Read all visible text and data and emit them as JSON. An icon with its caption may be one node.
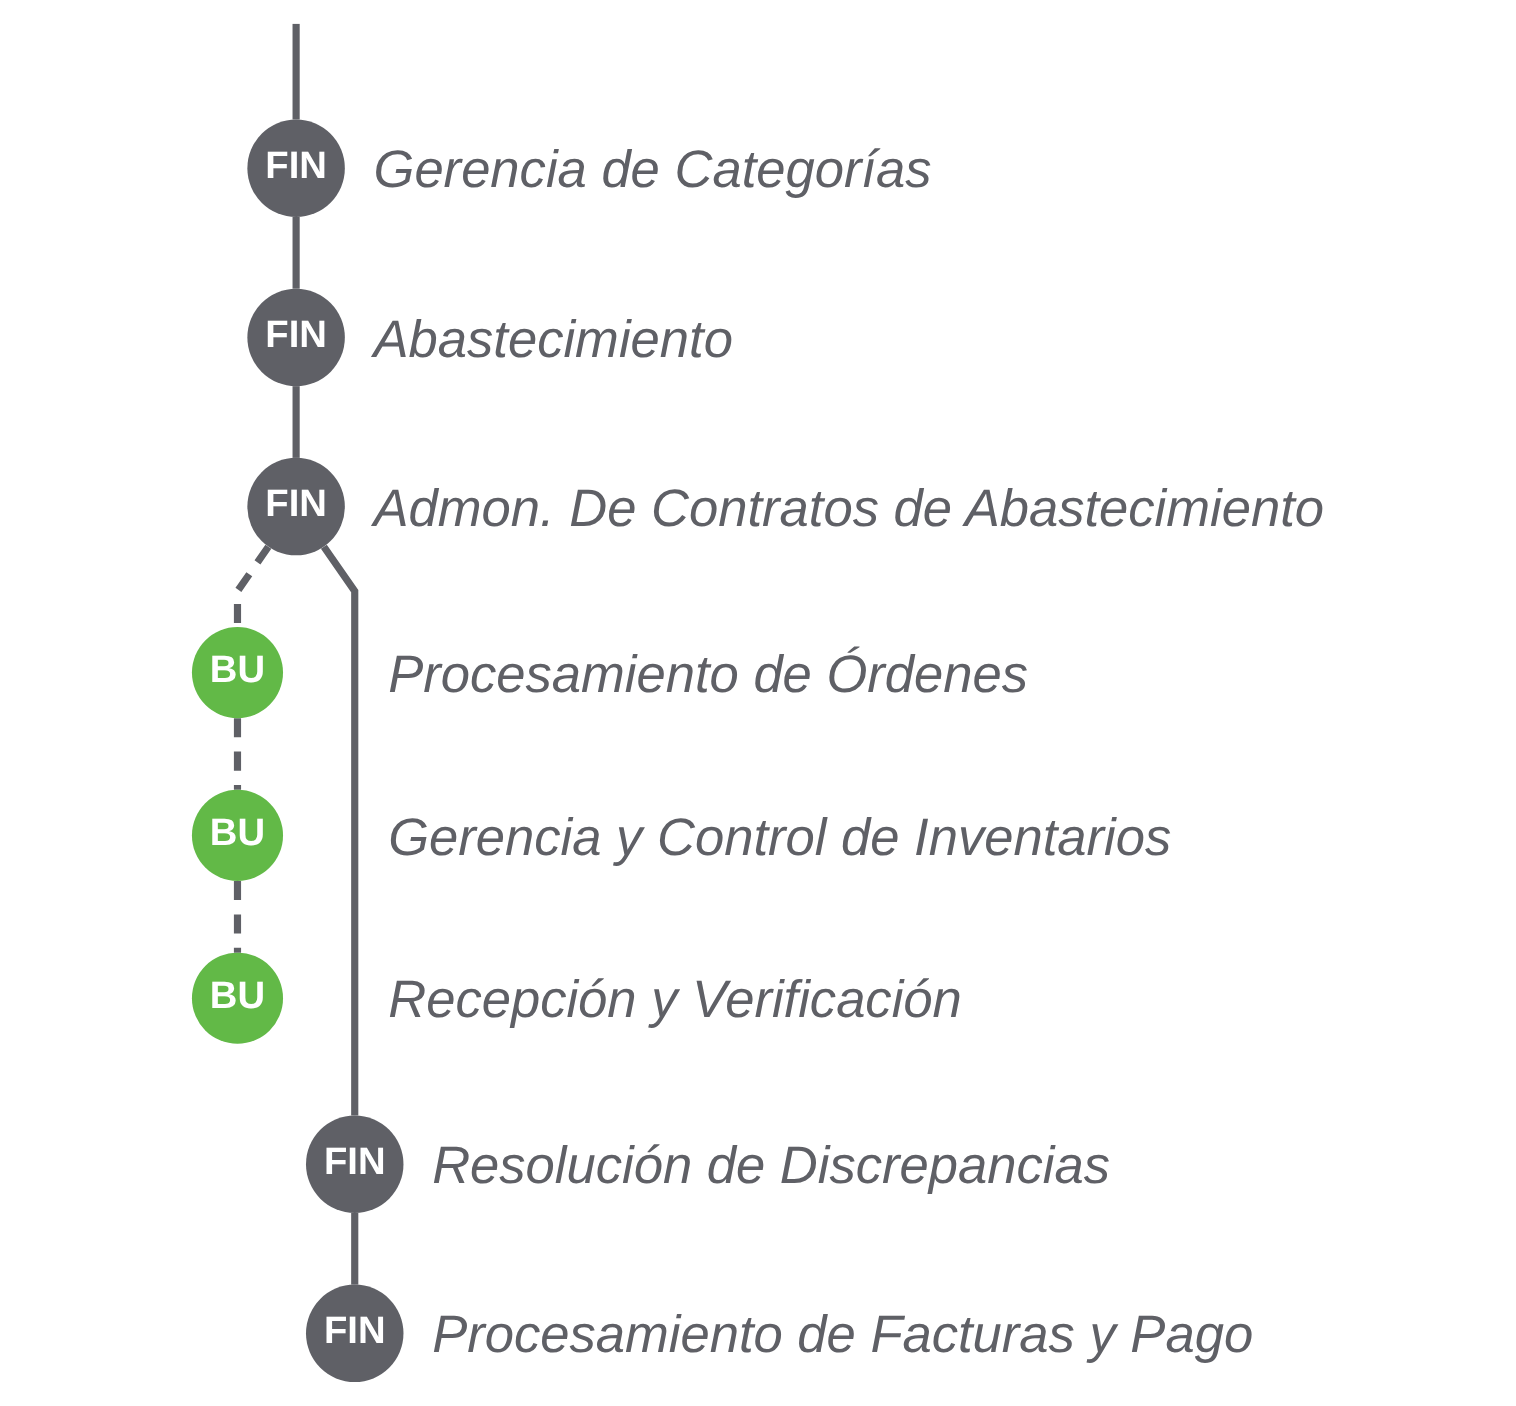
{
  "diagram": {
    "nodes": [
      {
        "text": [
          "FIN"
        ],
        "beside": [
          "Gerencia de Categorías"
        ]
      },
      {
        "text": [
          "FIN"
        ],
        "beside": [
          "Abastecimiento"
        ]
      },
      {
        "text": [
          "FIN"
        ],
        "beside": [
          "Admon. De Contratos de Abastecimiento"
        ]
      },
      {
        "text": [
          "BU"
        ],
        "beside": [
          "Procesamiento de Órdenes"
        ]
      },
      {
        "text": [
          "BU"
        ],
        "beside": [
          "Gerencia y Control de Inventarios"
        ]
      },
      {
        "text": [
          "BU"
        ],
        "beside": [
          "Recepción y Verificación"
        ]
      },
      {
        "text": [
          "FIN"
        ],
        "beside": [
          "Resolución de Discrepancias"
        ]
      },
      {
        "text": [
          "FIN"
        ],
        "beside": [
          "Procesamiento de Facturas y Pago"
        ]
      }
    ],
    "edges": [
      {
        "from": null,
        "to": 0,
        "arrow": "none"
      },
      {
        "from": 0,
        "to": 1,
        "arrow": "none"
      },
      {
        "from": 1,
        "to": 2,
        "arrow": "none"
      },
      {
        "from": 2,
        "to": 6,
        "arrow": "none"
      },
      {
        "from": 2,
        "to": 3,
        "arrow": "none",
        "style": "dashed"
      },
      {
        "from": 3,
        "to": 4,
        "arrow": "none",
        "style": "dashed"
      },
      {
        "from": 4,
        "to": 5,
        "arrow": "none",
        "style": "dashed"
      },
      {
        "from": 6,
        "to": 7,
        "arrow": "none"
      }
    ]
  }
}
